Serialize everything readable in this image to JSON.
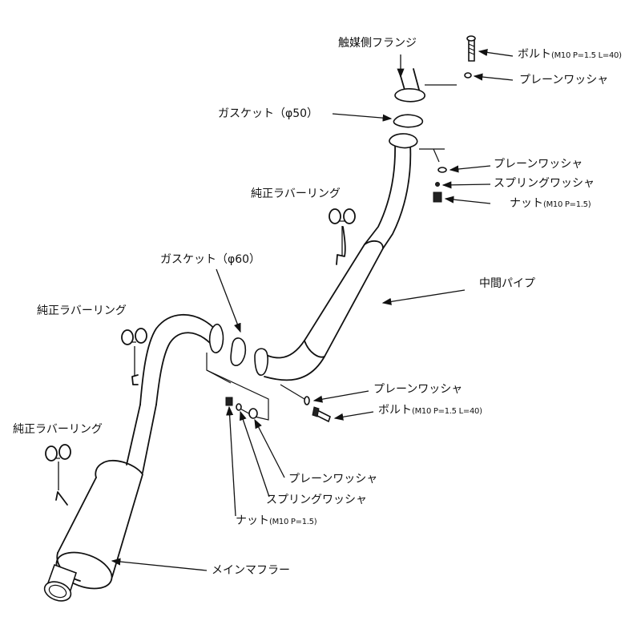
{
  "labels": {
    "catalyst_flange": "触媒側フランジ",
    "bolt_top": "ボルト",
    "bolt_top_spec": "(M10 P=1.5 L=40)",
    "plain_washer_top": "プレーンワッシャ",
    "gasket_50": "ガスケット（φ50）",
    "plain_washer_right": "プレーンワッシャ",
    "spring_washer_right": "スプリングワッシャ",
    "nut_right": "ナット",
    "nut_right_spec": "(M10 P=1.5)",
    "rubber_ring_1": "純正ラバーリング",
    "gasket_60": "ガスケット（φ60）",
    "center_pipe": "中間パイプ",
    "rubber_ring_2": "純正ラバーリング",
    "plain_washer_mid": "プレーンワッシャ",
    "bolt_mid": "ボルト",
    "bolt_mid_spec": "(M10 P=1.5 L=40)",
    "rubber_ring_3": "純正ラバーリング",
    "plain_washer_bottom": "プレーンワッシャ",
    "spring_washer_bottom": "スプリングワッシャ",
    "nut_bottom": "ナット",
    "nut_bottom_spec": "(M10 P=1.5)",
    "main_muffler": "メインマフラー"
  }
}
